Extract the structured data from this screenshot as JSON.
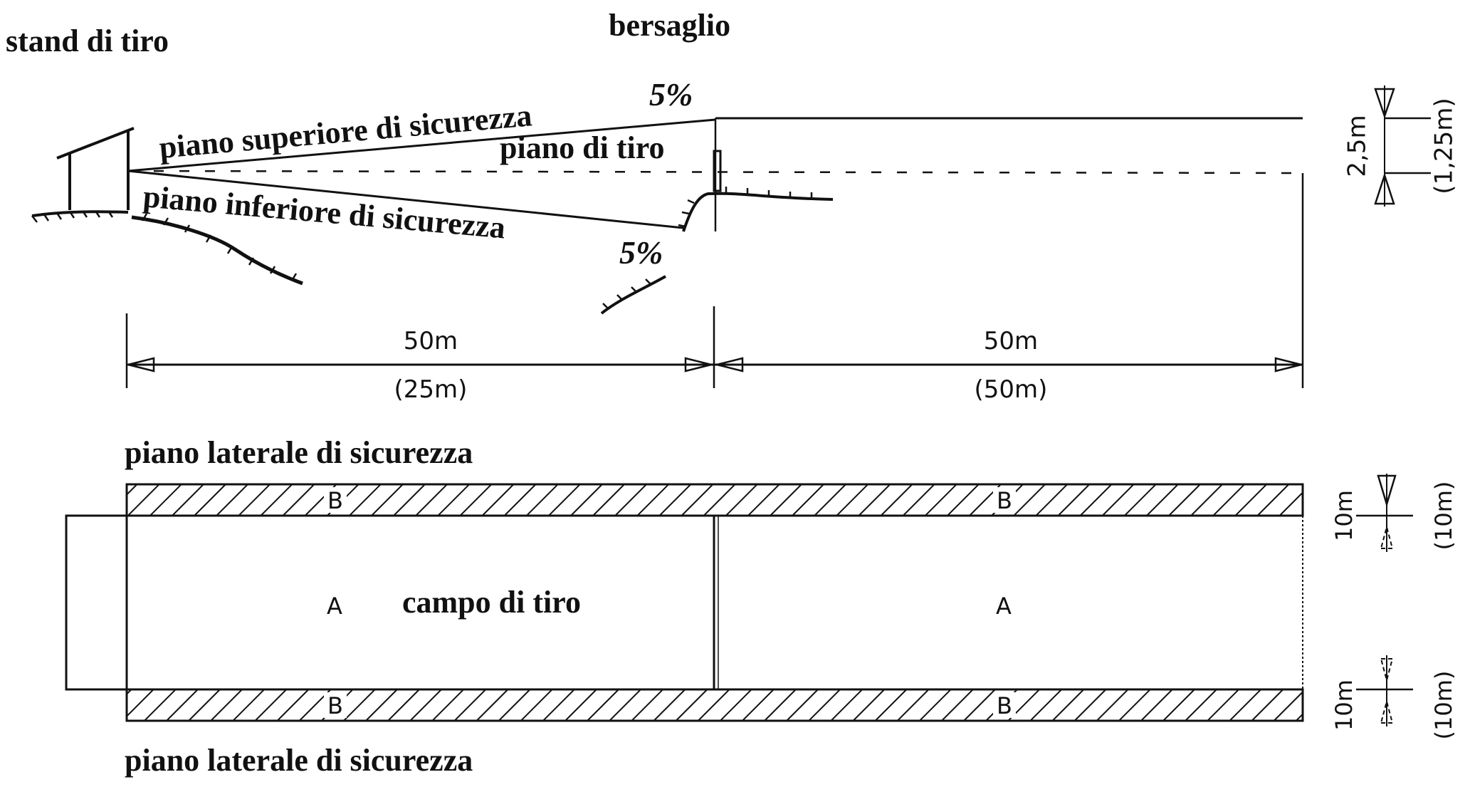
{
  "labels": {
    "stand": "stand di tiro",
    "target": "bersaglio",
    "upper_plane": "piano superiore di sicurezza",
    "upper_pct": "5%",
    "firing_plane": "piano di tiro",
    "lower_plane": "piano inferiore di sicurezza",
    "lower_pct": "5%",
    "lateral_top": "piano laterale di sicurezza",
    "lateral_bottom": "piano laterale di sicurezza",
    "field": "campo di tiro"
  },
  "dimensions": {
    "left_len": "50m",
    "left_len_alt": "(25m)",
    "right_len": "50m",
    "right_len_alt": "(50m)",
    "height": "2,5m",
    "height_alt": "(1,25m)",
    "lat_top": "10m",
    "lat_top_alt": "(10m)",
    "lat_bottom": "10m",
    "lat_bottom_alt": "(10m)"
  },
  "zones": {
    "field_left": "A",
    "field_right": "A",
    "band_top_left": "B",
    "band_top_right": "B",
    "band_bottom_left": "B",
    "band_bottom_right": "B"
  }
}
